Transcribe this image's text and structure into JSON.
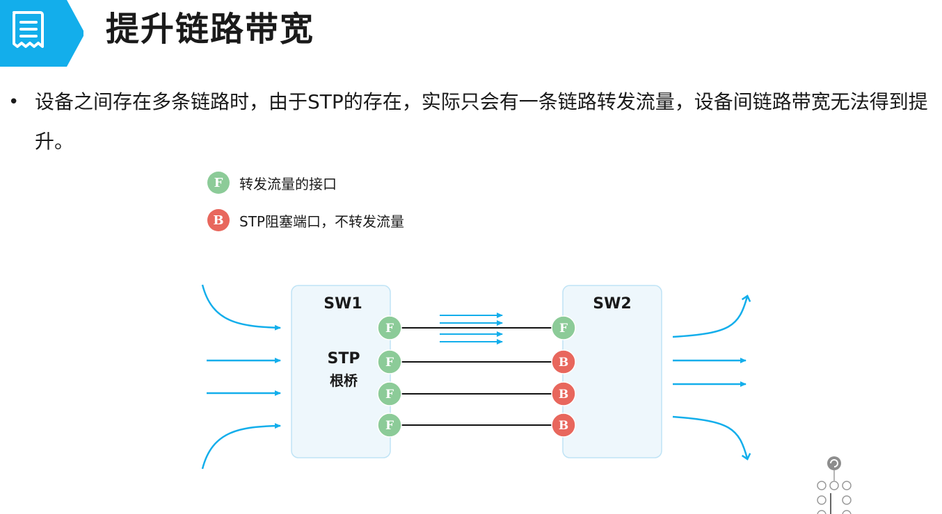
{
  "title": "提升链路带宽",
  "bullet": "设备之间存在多条链路时，由于STP的存在，实际只会有一条链路转发流量，设备间链路带宽无法得到提升。",
  "legend": {
    "forward": {
      "symbol": "F",
      "label": "转发流量的接口",
      "color": "#8ccb98"
    },
    "blocked": {
      "symbol": "B",
      "label": "STP阻塞端口，不转发流量",
      "color": "#e8675d"
    }
  },
  "switches": {
    "sw1": {
      "name": "SW1",
      "role_line1": "STP",
      "role_line2": "根桥"
    },
    "sw2": {
      "name": "SW2"
    }
  },
  "links": [
    {
      "sw1_port": "F",
      "sw2_port": "F"
    },
    {
      "sw1_port": "F",
      "sw2_port": "B"
    },
    {
      "sw1_port": "F",
      "sw2_port": "B"
    },
    {
      "sw1_port": "F",
      "sw2_port": "B"
    }
  ],
  "colors": {
    "accent": "#13aeeb",
    "box_fill": "#eef7fc",
    "box_stroke": "#bfe3f5"
  },
  "icons": {
    "header": "document-icon",
    "corner": "org-tree-icon"
  }
}
